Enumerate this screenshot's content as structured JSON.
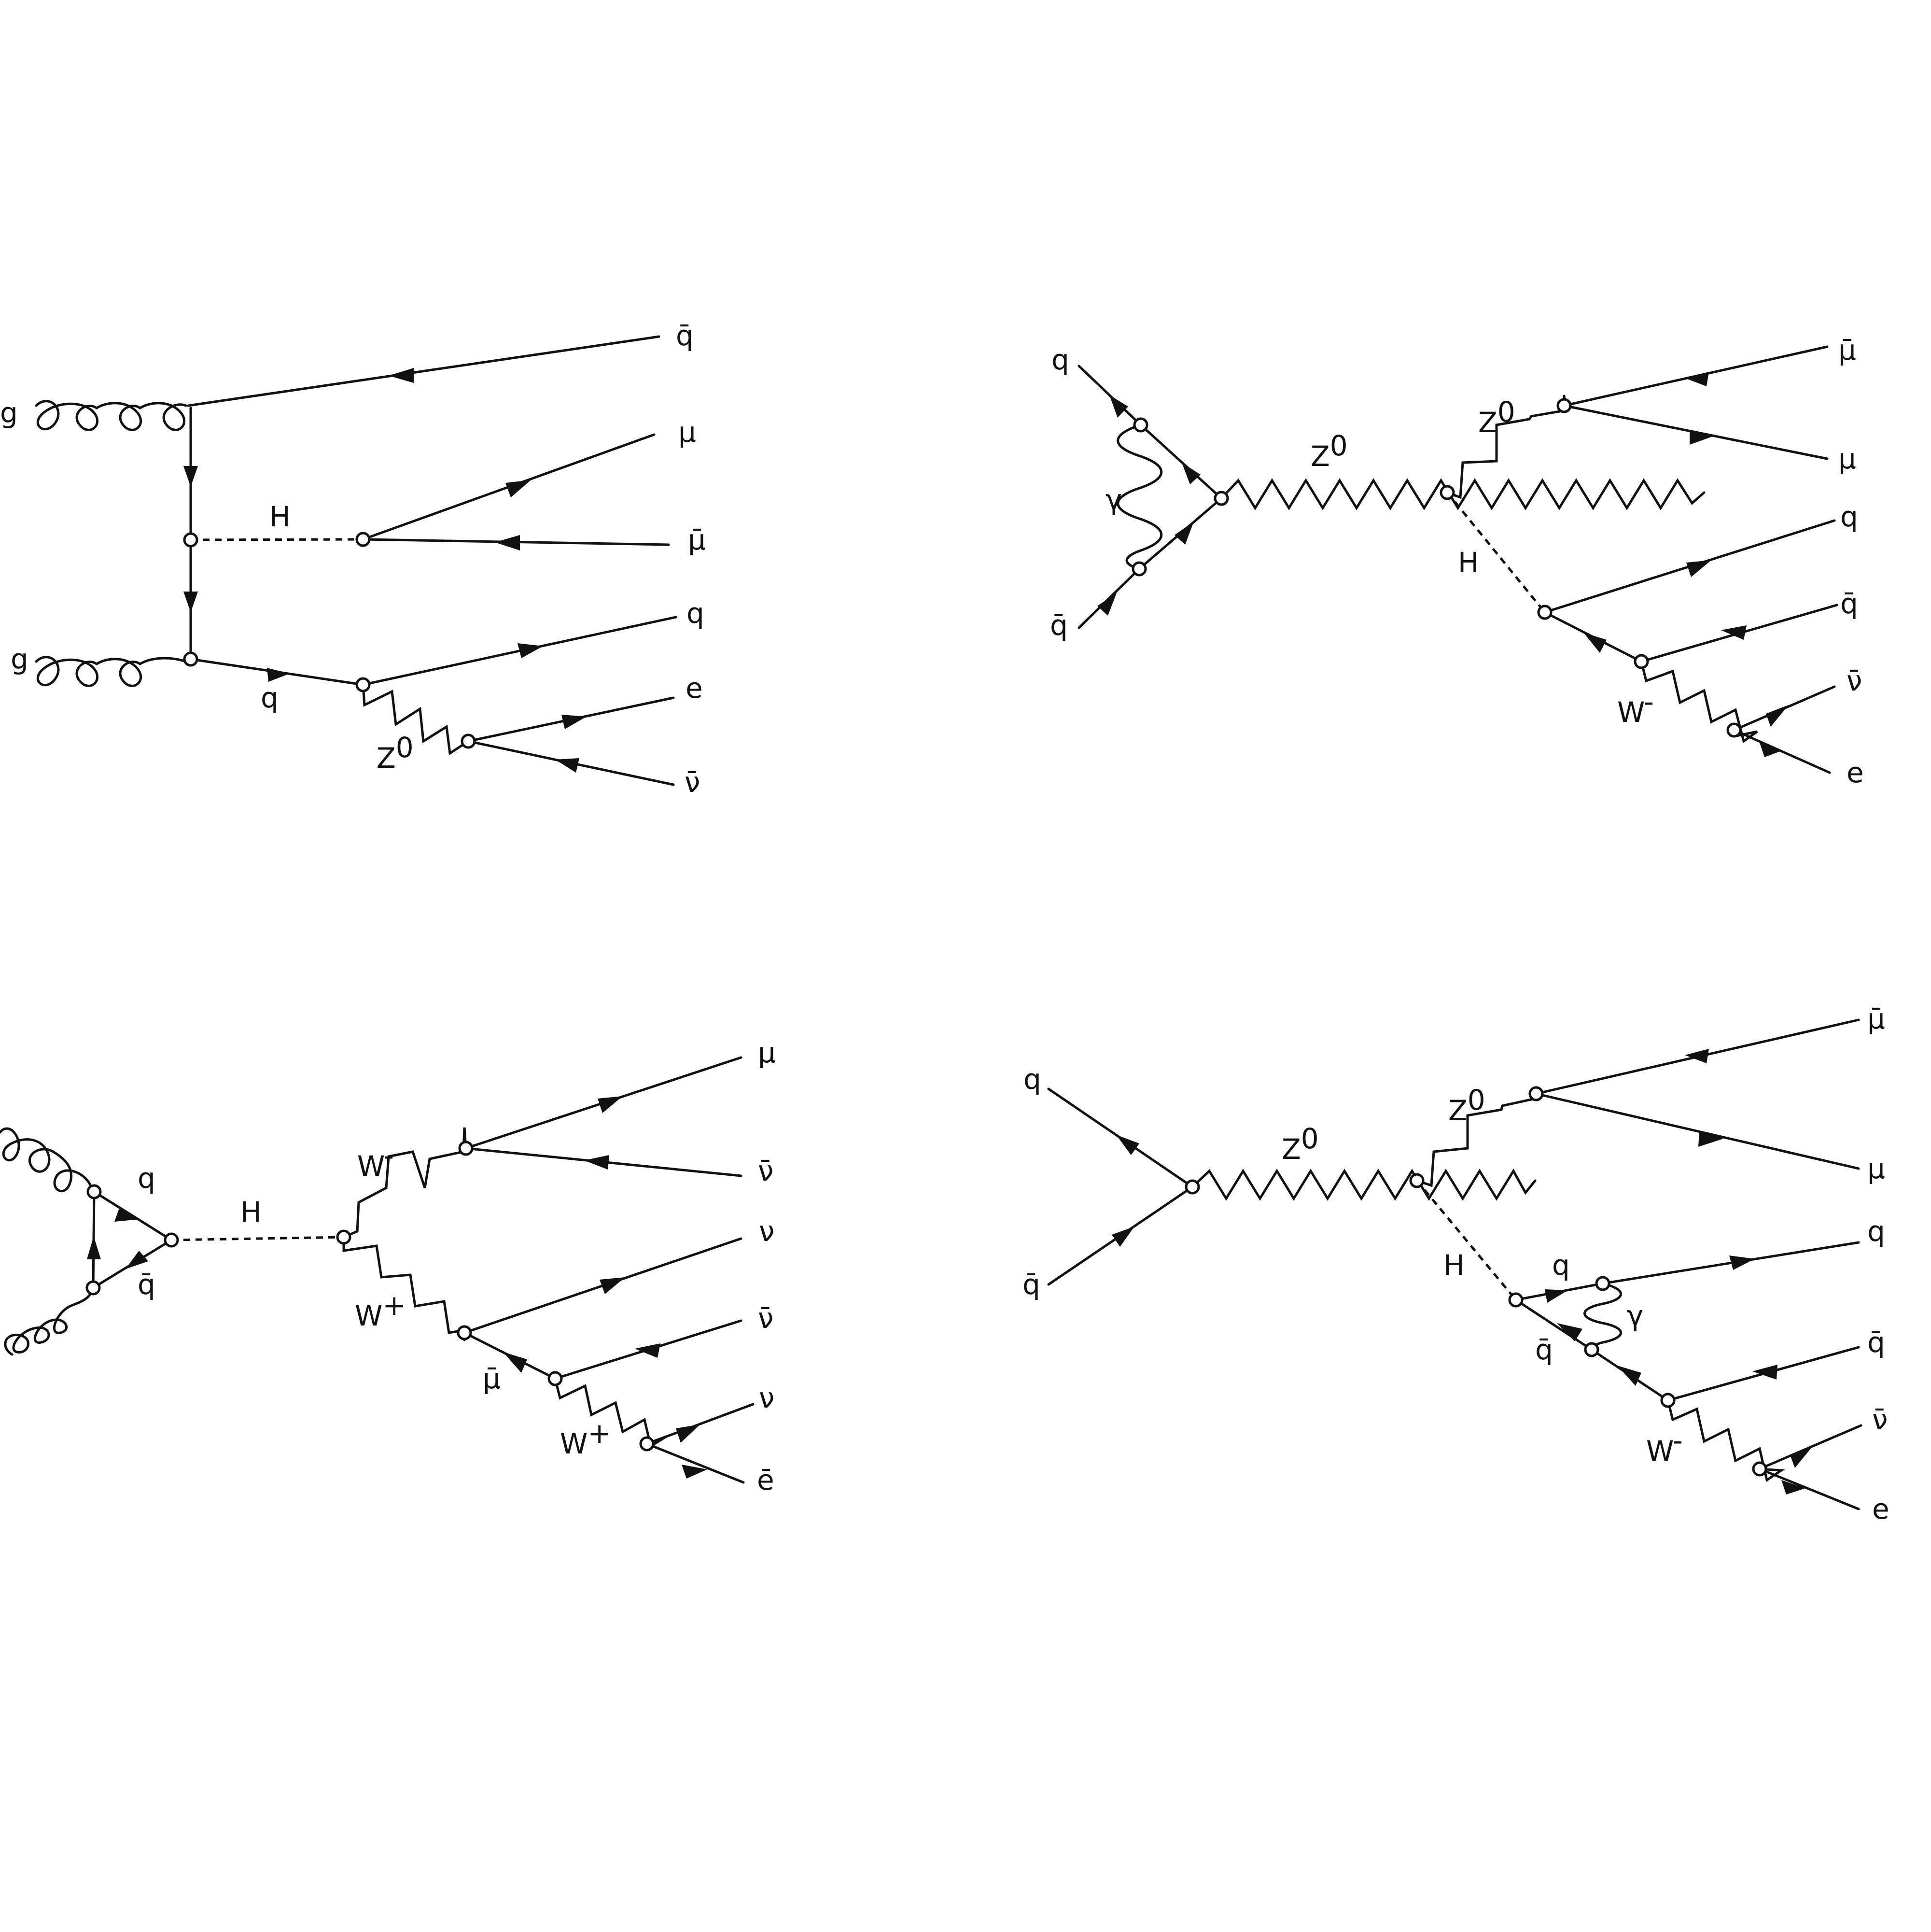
{
  "diagrams": [
    {
      "id": "top-left",
      "labels": {
        "g_top": "g",
        "g_bottom": "g",
        "qbar_out": "q̄",
        "mu": "μ",
        "mubar": "μ̄",
        "q_out": "q",
        "e": "e",
        "nubar": "ν̄",
        "H": "H",
        "q_internal": "q",
        "Z_base": "Z",
        "Z_sup": "0"
      }
    },
    {
      "id": "top-right",
      "labels": {
        "q_in": "q",
        "qbar_in": "q̄",
        "gamma": "γ",
        "Z1_base": "Z",
        "Z1_sup": "0",
        "Z2_base": "Z",
        "Z2_sup": "0",
        "H": "H",
        "mubar": "μ̄",
        "mu": "μ",
        "q_out": "q",
        "qbar_out": "q̄",
        "W_base": "W",
        "W_sup": "-",
        "nubar": "ν̄",
        "e": "e"
      }
    },
    {
      "id": "bottom-left",
      "labels": {
        "q": "q",
        "qbar": "q̄",
        "H": "H",
        "Wm_base": "W",
        "Wm_sup": "-",
        "Wp_base": "W",
        "Wp_sup": "+",
        "mubar_internal": "μ̄",
        "Wp2_base": "W",
        "Wp2_sup": "+",
        "mu": "μ",
        "nubar1": "ν̄",
        "nu1": "ν",
        "nubar2": "ν̄",
        "nu2": "ν",
        "ebar": "ē"
      }
    },
    {
      "id": "bottom-right",
      "labels": {
        "q_in": "q",
        "qbar_in": "q̄",
        "Z1_base": "Z",
        "Z1_sup": "0",
        "Z2_base": "Z",
        "Z2_sup": "0",
        "H": "H",
        "q_internal": "q",
        "qbar_internal": "q̄",
        "gamma": "γ",
        "W_base": "W",
        "W_sup": "-",
        "mubar": "μ̄",
        "mu": "μ",
        "q_out": "q",
        "qbar_out": "q̄",
        "nubar": "ν̄",
        "e": "e"
      }
    }
  ],
  "colors": {
    "line": "#111111",
    "background": "#ffffff"
  }
}
